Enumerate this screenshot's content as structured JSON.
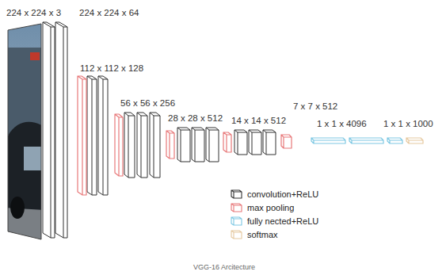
{
  "diagram": {
    "caption": "VGG-16 Arcitecture",
    "labels": [
      "224 x 224 x 3",
      "224 x 224 x 64",
      "112 x 112 x 128",
      "56 x 56 x 256",
      "28 x 28 x 512",
      "14 x 14 x 512",
      "7 x 7 x 512",
      "1 x 1 x 4096",
      "1 x 1 x 1000"
    ],
    "legend": [
      {
        "text": "convolution+ReLU",
        "color": "#333333"
      },
      {
        "text": "max pooling",
        "color": "#e8797a"
      },
      {
        "text": "fully nected+ReLU",
        "color": "#7ec8e3"
      },
      {
        "text": "softmax",
        "color": "#e6c9a0"
      }
    ]
  }
}
